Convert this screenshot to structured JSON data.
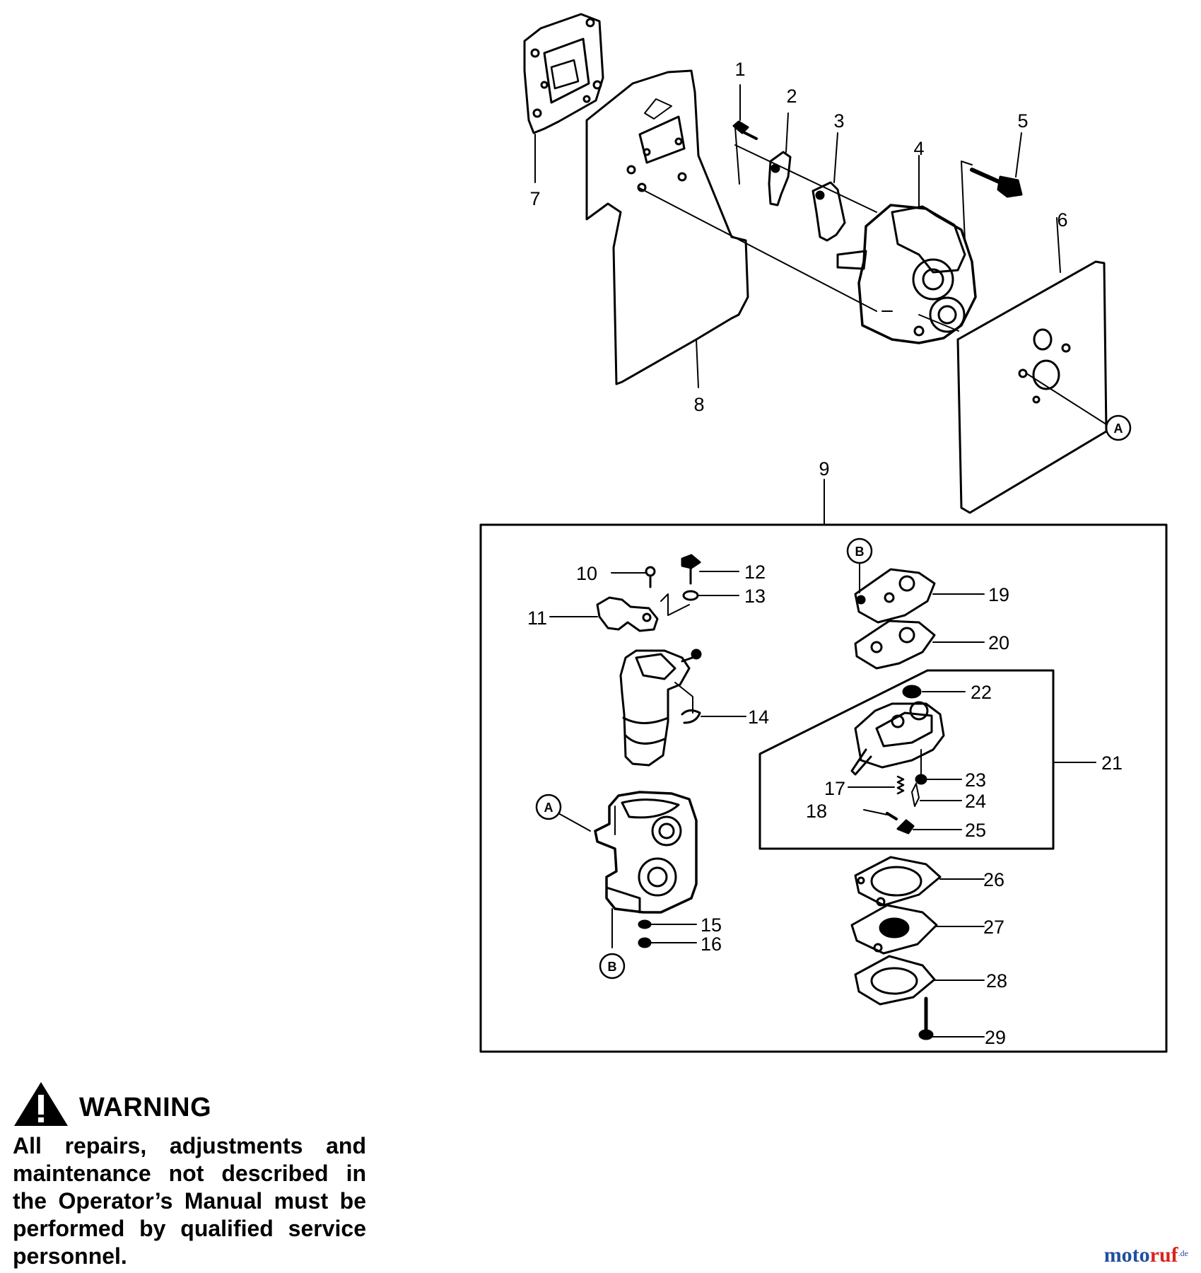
{
  "diagram": {
    "part_numbers": [
      "1",
      "2",
      "3",
      "4",
      "5",
      "6",
      "7",
      "8",
      "9",
      "10",
      "11",
      "12",
      "13",
      "14",
      "15",
      "16",
      "17",
      "18",
      "19",
      "20",
      "21",
      "22",
      "23",
      "24",
      "25",
      "26",
      "27",
      "28",
      "29"
    ],
    "reference_markers": [
      "A",
      "B"
    ]
  },
  "warning": {
    "title": "WARNING",
    "icon": "warning-triangle-icon",
    "text": "All repairs, adjustments and maintenance not described in the Operator’s Manual must be performed by qualified service personnel."
  },
  "watermark": {
    "part1": "moto",
    "part2": "ruf",
    "suffix": ".de",
    "colors": {
      "blue": "#1f4fa0",
      "red": "#d8261b"
    }
  }
}
